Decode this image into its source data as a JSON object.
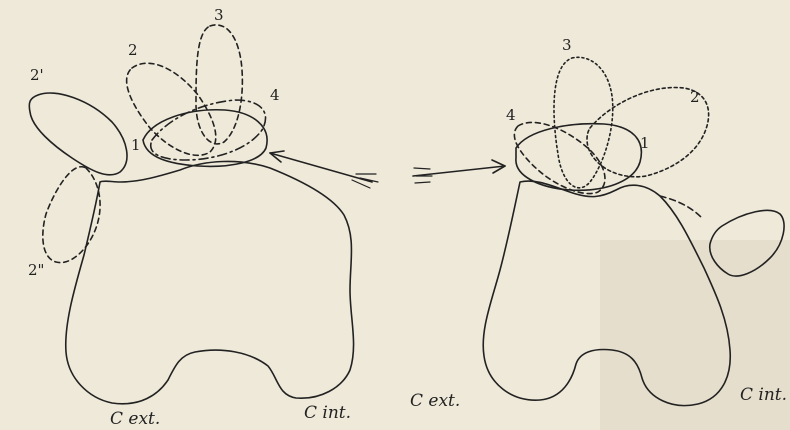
{
  "figure": {
    "left": {
      "labels": {
        "n1": "1",
        "n2": "2",
        "n3": "3",
        "n4": "4",
        "n2p": "2'",
        "n2pp": "2\"",
        "cext": "C ext.",
        "cint": "C int."
      }
    },
    "right": {
      "labels": {
        "n1": "1",
        "n2": "2",
        "n3": "3",
        "n4": "4",
        "cext": "C ext.",
        "cint": "C int."
      }
    }
  },
  "colors": {
    "paper": "#efe9d9",
    "ink": "#222222"
  }
}
